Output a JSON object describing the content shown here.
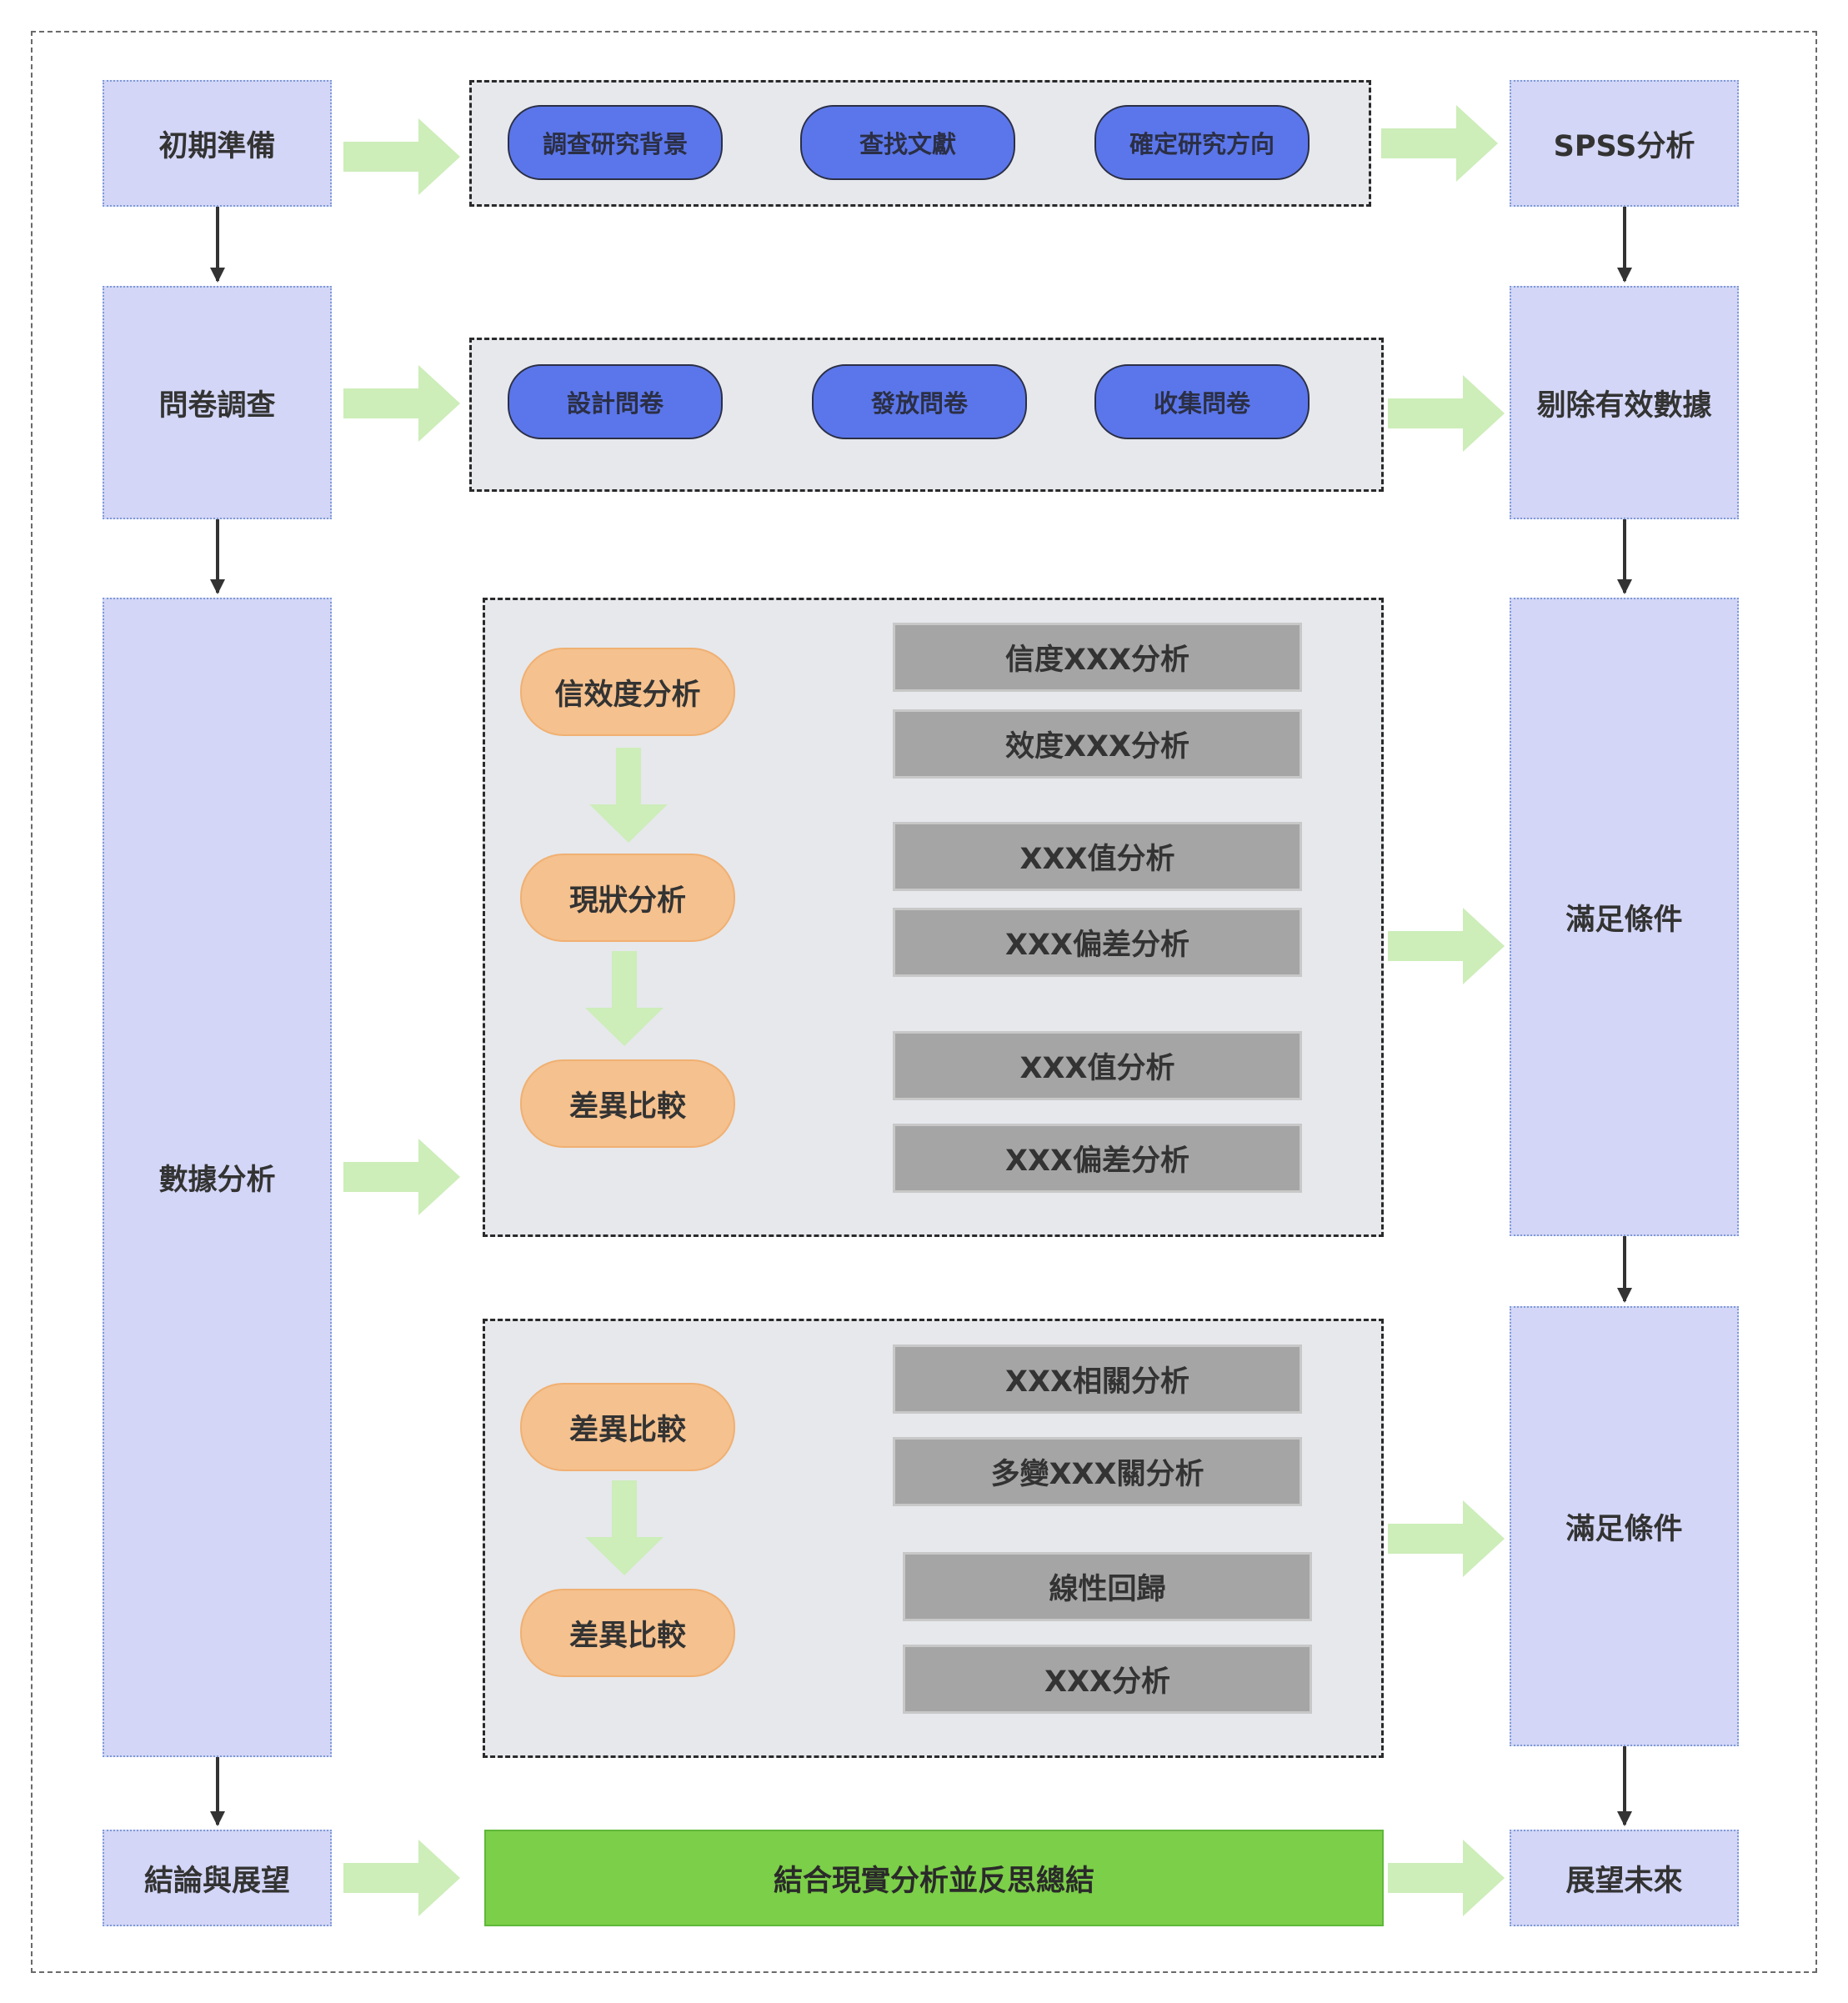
{
  "stages_left": [
    "初期準備",
    "問卷調查",
    "數據分析",
    "結論與展望"
  ],
  "stages_right": [
    "SPSS分析",
    "剔除有效數據",
    "滿足條件",
    "滿足條件",
    "展望未來"
  ],
  "row1_items": [
    "調查研究背景",
    "查找文獻",
    "確定研究方向"
  ],
  "row2_items": [
    "設計問卷",
    "發放問卷",
    "收集問卷"
  ],
  "group3": {
    "steps": [
      "信效度分析",
      "現狀分析",
      "差異比較"
    ],
    "methods": [
      "信度XXX分析",
      "效度XXX分析",
      "XXX值分析",
      "XXX偏差分析",
      "XXX值分析",
      "XXX偏差分析"
    ]
  },
  "group4": {
    "steps": [
      "差異比較",
      "差異比較"
    ],
    "methods": [
      "XXX相關分析",
      "多變XXX關分析",
      "線性回歸",
      "XXX分析"
    ]
  },
  "conclusion": "結合現實分析並反思總結",
  "colors": {
    "stage_fill": "#d3d6f6",
    "pill_fill": "#5b76ea",
    "step_fill": "#f5c18e",
    "method_fill": "#a5a5a5",
    "conclusion_fill": "#7ccf48",
    "arrow_fill": "#cdedb9"
  }
}
